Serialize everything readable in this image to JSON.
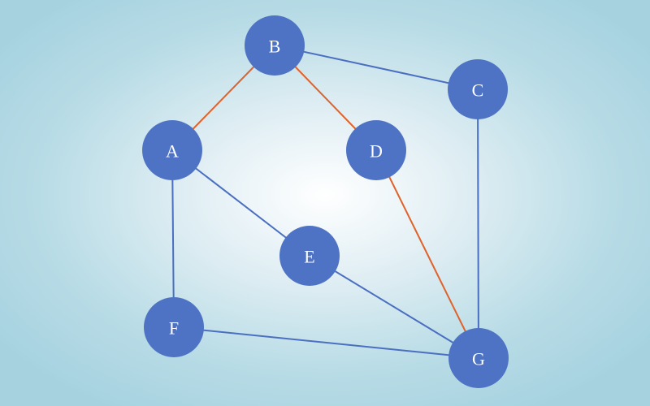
{
  "colors": {
    "node_fill": "#4e73c4",
    "node_label": "#ffffff",
    "edge_default": "#4a6fc0",
    "edge_highlight": "#e0622a"
  },
  "nodes": [
    {
      "id": "A",
      "label": "A"
    },
    {
      "id": "B",
      "label": "B"
    },
    {
      "id": "C",
      "label": "C"
    },
    {
      "id": "D",
      "label": "D"
    },
    {
      "id": "E",
      "label": "E"
    },
    {
      "id": "F",
      "label": "F"
    },
    {
      "id": "G",
      "label": "G"
    }
  ],
  "edges": [
    {
      "from": "A",
      "to": "B",
      "highlighted": true
    },
    {
      "from": "B",
      "to": "D",
      "highlighted": true
    },
    {
      "from": "D",
      "to": "G",
      "highlighted": true
    },
    {
      "from": "B",
      "to": "C",
      "highlighted": false
    },
    {
      "from": "C",
      "to": "G",
      "highlighted": false
    },
    {
      "from": "A",
      "to": "E",
      "highlighted": false
    },
    {
      "from": "E",
      "to": "G",
      "highlighted": false
    },
    {
      "from": "A",
      "to": "F",
      "highlighted": false
    },
    {
      "from": "F",
      "to": "G",
      "highlighted": false
    }
  ]
}
